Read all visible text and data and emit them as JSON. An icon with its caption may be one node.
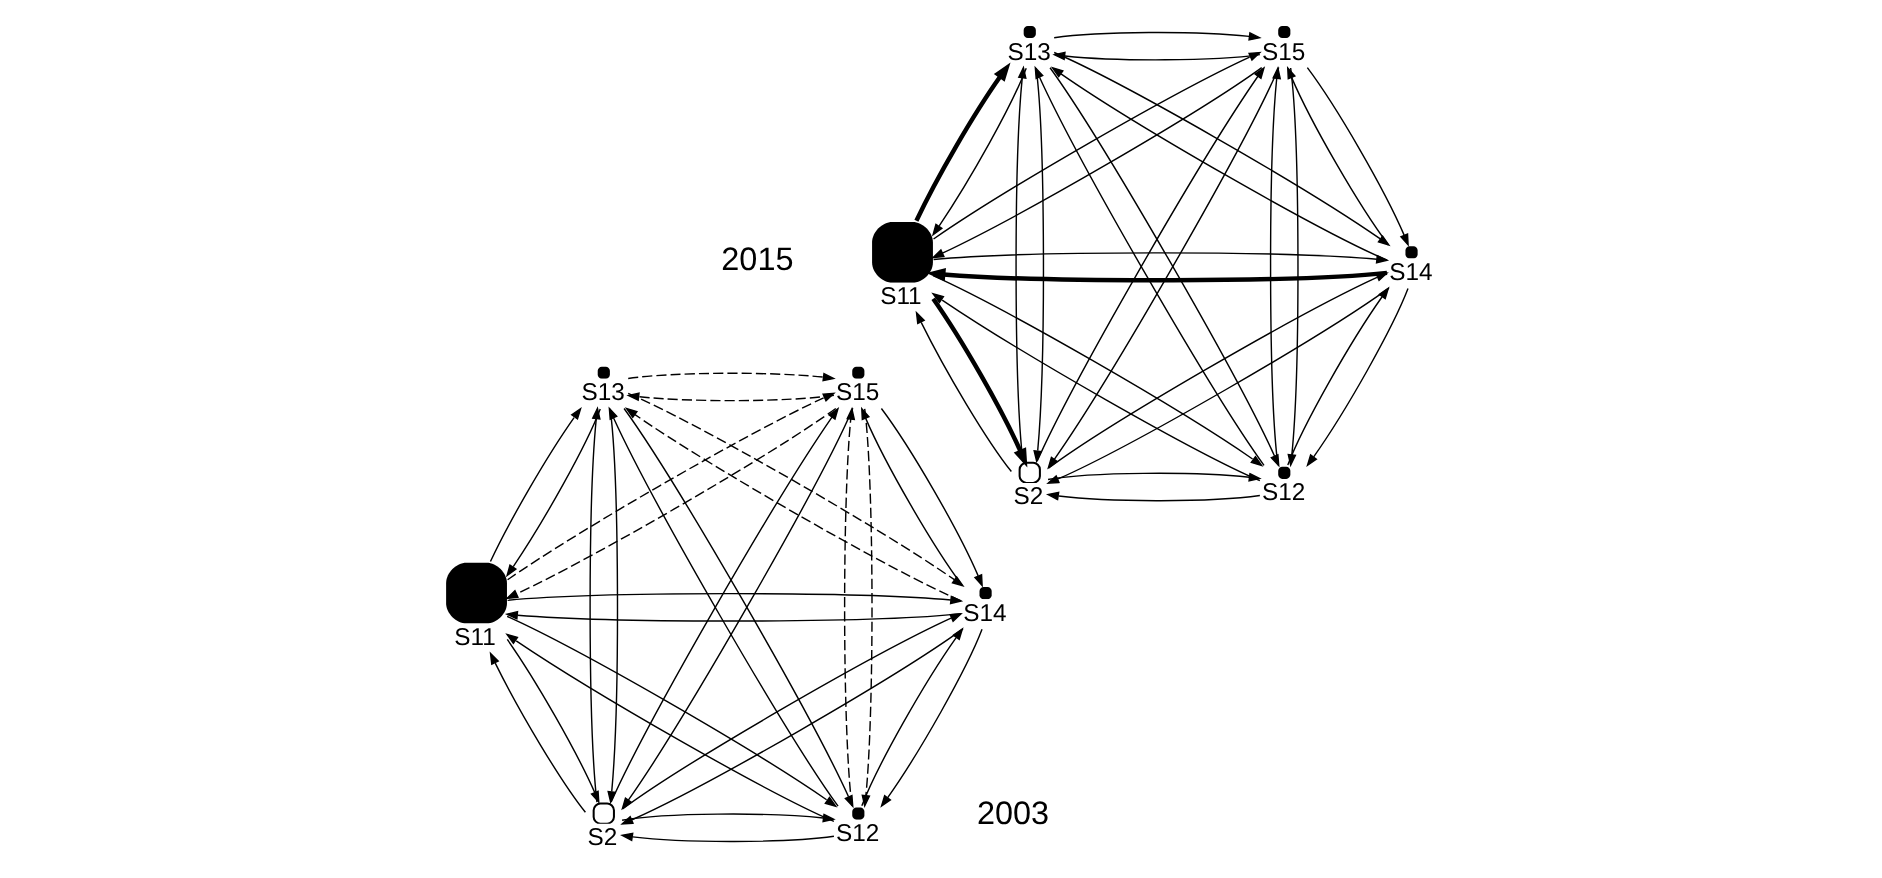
{
  "diagram": {
    "nodes": [
      {
        "text": [
          "S12"
        ]
      },
      {
        "text": [
          "S14"
        ]
      },
      {
        "text": [
          "S11"
        ]
      },
      {
        "text": [
          "S13"
        ]
      },
      {
        "text": [
          "S15"
        ]
      },
      {
        "text": [
          "S2"
        ]
      },
      {
        "text": [
          "S12"
        ]
      },
      {
        "text": [
          "S14"
        ]
      },
      {
        "text": [
          "S11"
        ]
      },
      {
        "text": [
          "S13"
        ]
      },
      {
        "text": [
          "S15"
        ]
      },
      {
        "text": [
          "S2"
        ]
      }
    ],
    "edges": [
      {
        "from": 0,
        "to": 1,
        "arrow": "to"
      },
      {
        "from": 1,
        "to": 0,
        "arrow": "to"
      },
      {
        "from": 0,
        "to": 2,
        "arrow": "to"
      },
      {
        "from": 2,
        "to": 0,
        "arrow": "to"
      },
      {
        "from": 0,
        "to": 3,
        "arrow": "to"
      },
      {
        "from": 3,
        "to": 0,
        "arrow": "to"
      },
      {
        "from": 0,
        "to": 4,
        "arrow": "to",
        "style": "dashed"
      },
      {
        "from": 4,
        "to": 0,
        "arrow": "to",
        "style": "dashed"
      },
      {
        "from": 0,
        "to": 5,
        "arrow": "to"
      },
      {
        "from": 5,
        "to": 0,
        "arrow": "to"
      },
      {
        "from": 1,
        "to": 2,
        "arrow": "to"
      },
      {
        "from": 2,
        "to": 1,
        "arrow": "to"
      },
      {
        "from": 1,
        "to": 3,
        "arrow": "to",
        "style": "dashed"
      },
      {
        "from": 3,
        "to": 1,
        "arrow": "to",
        "style": "dashed"
      },
      {
        "from": 1,
        "to": 4,
        "arrow": "to"
      },
      {
        "from": 4,
        "to": 1,
        "arrow": "to"
      },
      {
        "from": 1,
        "to": 5,
        "arrow": "to"
      },
      {
        "from": 5,
        "to": 1,
        "arrow": "to"
      },
      {
        "from": 2,
        "to": 3,
        "arrow": "to"
      },
      {
        "from": 3,
        "to": 2,
        "arrow": "to"
      },
      {
        "from": 2,
        "to": 4,
        "arrow": "to",
        "style": "dashed"
      },
      {
        "from": 4,
        "to": 2,
        "arrow": "to",
        "style": "dashed"
      },
      {
        "from": 2,
        "to": 5,
        "arrow": "to"
      },
      {
        "from": 5,
        "to": 2,
        "arrow": "to"
      },
      {
        "from": 3,
        "to": 4,
        "arrow": "to",
        "style": "dashed"
      },
      {
        "from": 4,
        "to": 3,
        "arrow": "to",
        "style": "dashed"
      },
      {
        "from": 3,
        "to": 5,
        "arrow": "to"
      },
      {
        "from": 5,
        "to": 3,
        "arrow": "to"
      },
      {
        "from": 4,
        "to": 5,
        "arrow": "to"
      },
      {
        "from": 5,
        "to": 4,
        "arrow": "to"
      },
      {
        "from": 6,
        "to": 7,
        "arrow": "to"
      },
      {
        "from": 7,
        "to": 6,
        "arrow": "to"
      },
      {
        "from": 6,
        "to": 8,
        "arrow": "to"
      },
      {
        "from": 8,
        "to": 6,
        "arrow": "to"
      },
      {
        "from": 6,
        "to": 9,
        "arrow": "to"
      },
      {
        "from": 9,
        "to": 6,
        "arrow": "to"
      },
      {
        "from": 6,
        "to": 10,
        "arrow": "to"
      },
      {
        "from": 10,
        "to": 6,
        "arrow": "to"
      },
      {
        "from": 6,
        "to": 11,
        "arrow": "to"
      },
      {
        "from": 11,
        "to": 6,
        "arrow": "to"
      },
      {
        "from": 7,
        "to": 8,
        "arrow": "to",
        "style": "thick"
      },
      {
        "from": 8,
        "to": 7,
        "arrow": "to"
      },
      {
        "from": 7,
        "to": 9,
        "arrow": "to"
      },
      {
        "from": 9,
        "to": 7,
        "arrow": "to"
      },
      {
        "from": 7,
        "to": 10,
        "arrow": "to"
      },
      {
        "from": 10,
        "to": 7,
        "arrow": "to"
      },
      {
        "from": 7,
        "to": 11,
        "arrow": "to"
      },
      {
        "from": 11,
        "to": 7,
        "arrow": "to"
      },
      {
        "from": 8,
        "to": 9,
        "arrow": "to",
        "style": "thick"
      },
      {
        "from": 9,
        "to": 8,
        "arrow": "to"
      },
      {
        "from": 8,
        "to": 10,
        "arrow": "to"
      },
      {
        "from": 10,
        "to": 8,
        "arrow": "to"
      },
      {
        "from": 8,
        "to": 11,
        "arrow": "to",
        "style": "thick"
      },
      {
        "from": 11,
        "to": 8,
        "arrow": "to"
      },
      {
        "from": 9,
        "to": 10,
        "arrow": "to"
      },
      {
        "from": 10,
        "to": 9,
        "arrow": "to"
      },
      {
        "from": 9,
        "to": 11,
        "arrow": "to"
      },
      {
        "from": 11,
        "to": 9,
        "arrow": "to"
      },
      {
        "from": 10,
        "to": 11,
        "arrow": "to"
      },
      {
        "from": 11,
        "to": 10,
        "arrow": "to"
      }
    ],
    "labels": [
      "2003",
      "2015"
    ]
  }
}
